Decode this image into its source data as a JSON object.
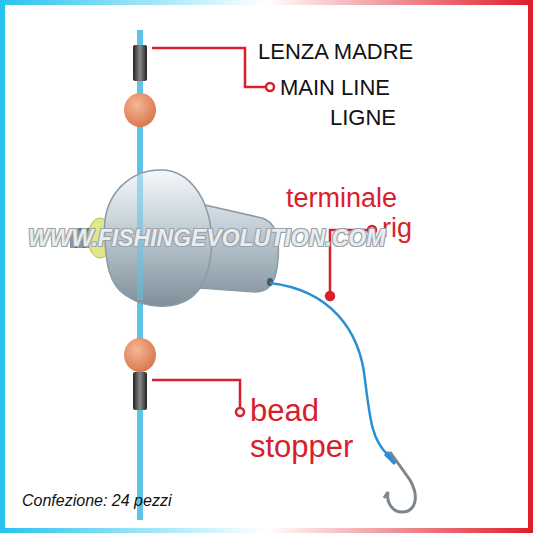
{
  "diagram": {
    "labels": [
      "LENZA MADRE",
      "MAIN LINE",
      "LIGNE",
      "terminale",
      "rig",
      "bead",
      "stopper",
      "WWW.FISHINGEVOLUTION.COM",
      "Confezione: 24 pezzi"
    ]
  }
}
